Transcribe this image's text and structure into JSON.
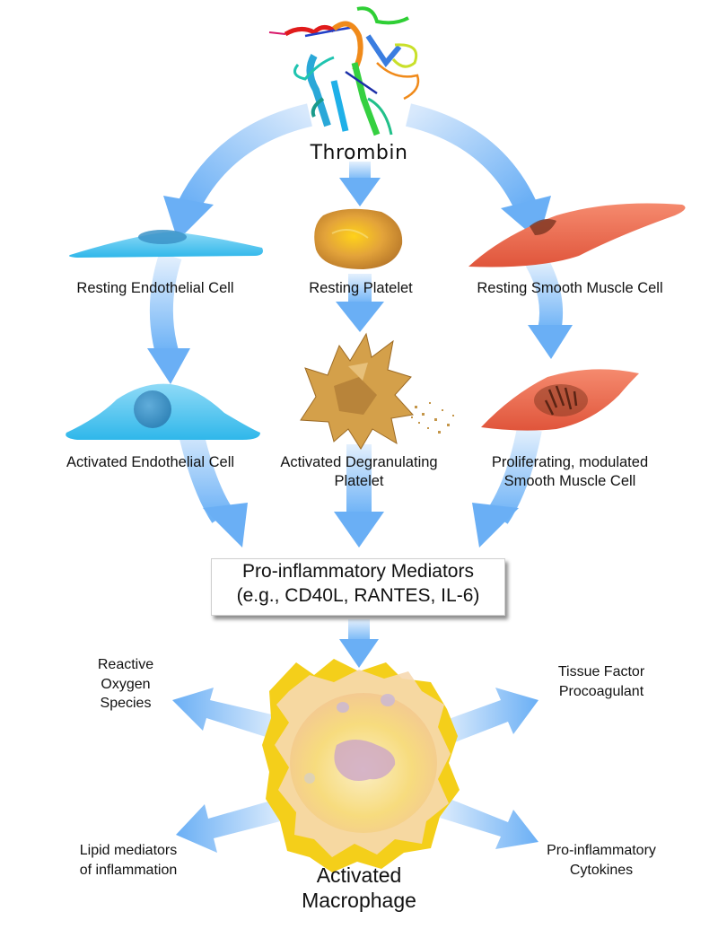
{
  "diagram": {
    "title": "Thrombin",
    "top_row": {
      "endothelial": "Resting Endothelial Cell",
      "platelet": "Resting Platelet",
      "smooth_muscle": "Resting Smooth Muscle Cell"
    },
    "middle_row": {
      "endothelial": "Activated Endothelial Cell",
      "platelet": [
        "Activated Degranulating",
        "Platelet"
      ],
      "smooth_muscle": [
        "Proliferating, modulated",
        "Smooth Muscle Cell"
      ]
    },
    "mediators": [
      "Pro-inflammatory Mediators",
      "(e.g., CD40L, RANTES, IL-6)"
    ],
    "macrophage": [
      "Activated",
      "Macrophage"
    ],
    "outputs": {
      "top_left": [
        "Reactive",
        "Oxygen",
        "Species"
      ],
      "top_right": [
        "Tissue Factor",
        "Procoagulant"
      ],
      "bottom_left": [
        "Lipid mediators",
        "of inflammation"
      ],
      "bottom_right": [
        "Pro-inflammatory",
        "Cytokines"
      ]
    },
    "colors": {
      "arrow_blue": "#6fb4f7",
      "arrow_light": "#d9ebfd",
      "endothelial": "#4fc3ef",
      "platelet": "#d89a2a",
      "smooth_muscle": "#e8614a",
      "macrophage": "#f5d36a"
    }
  }
}
